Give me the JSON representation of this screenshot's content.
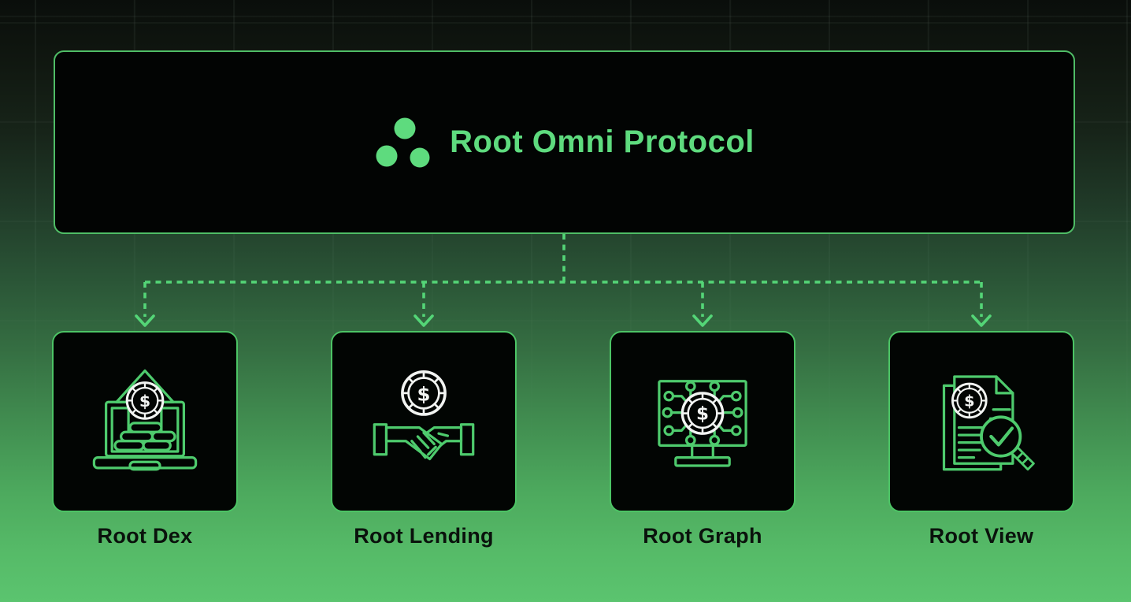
{
  "diagram": {
    "root": {
      "title": "Root Omni Protocol",
      "logo_icon": "three-dots-logo-icon"
    },
    "nodes": [
      {
        "id": "root-dex",
        "label": "Root Dex",
        "icon": "laptop-profit-coin-icon"
      },
      {
        "id": "root-lending",
        "label": "Root Lending",
        "icon": "handshake-coin-icon"
      },
      {
        "id": "root-graph",
        "label": "Root Graph",
        "icon": "monitor-circuit-coin-icon"
      },
      {
        "id": "root-view",
        "label": "Root View",
        "icon": "document-audit-magnifier-icon"
      }
    ],
    "connections": [
      {
        "from": "root-omni-protocol",
        "to": "root-dex",
        "style": "dashed-arrow"
      },
      {
        "from": "root-omni-protocol",
        "to": "root-lending",
        "style": "dashed-arrow"
      },
      {
        "from": "root-omni-protocol",
        "to": "root-graph",
        "style": "dashed-arrow"
      },
      {
        "from": "root-omni-protocol",
        "to": "root-view",
        "style": "dashed-arrow"
      }
    ]
  },
  "colors": {
    "accent_green": "#5edb7e",
    "icon_line_green": "#4ecb6d",
    "connector_green": "#54d577",
    "box_border_green": "#4cc465",
    "box_background": "#020503",
    "label_text": "#0a120c",
    "coin_white": "#f2f4f2",
    "background_top": "#0a0e0b",
    "background_bottom": "#5bc46f"
  }
}
